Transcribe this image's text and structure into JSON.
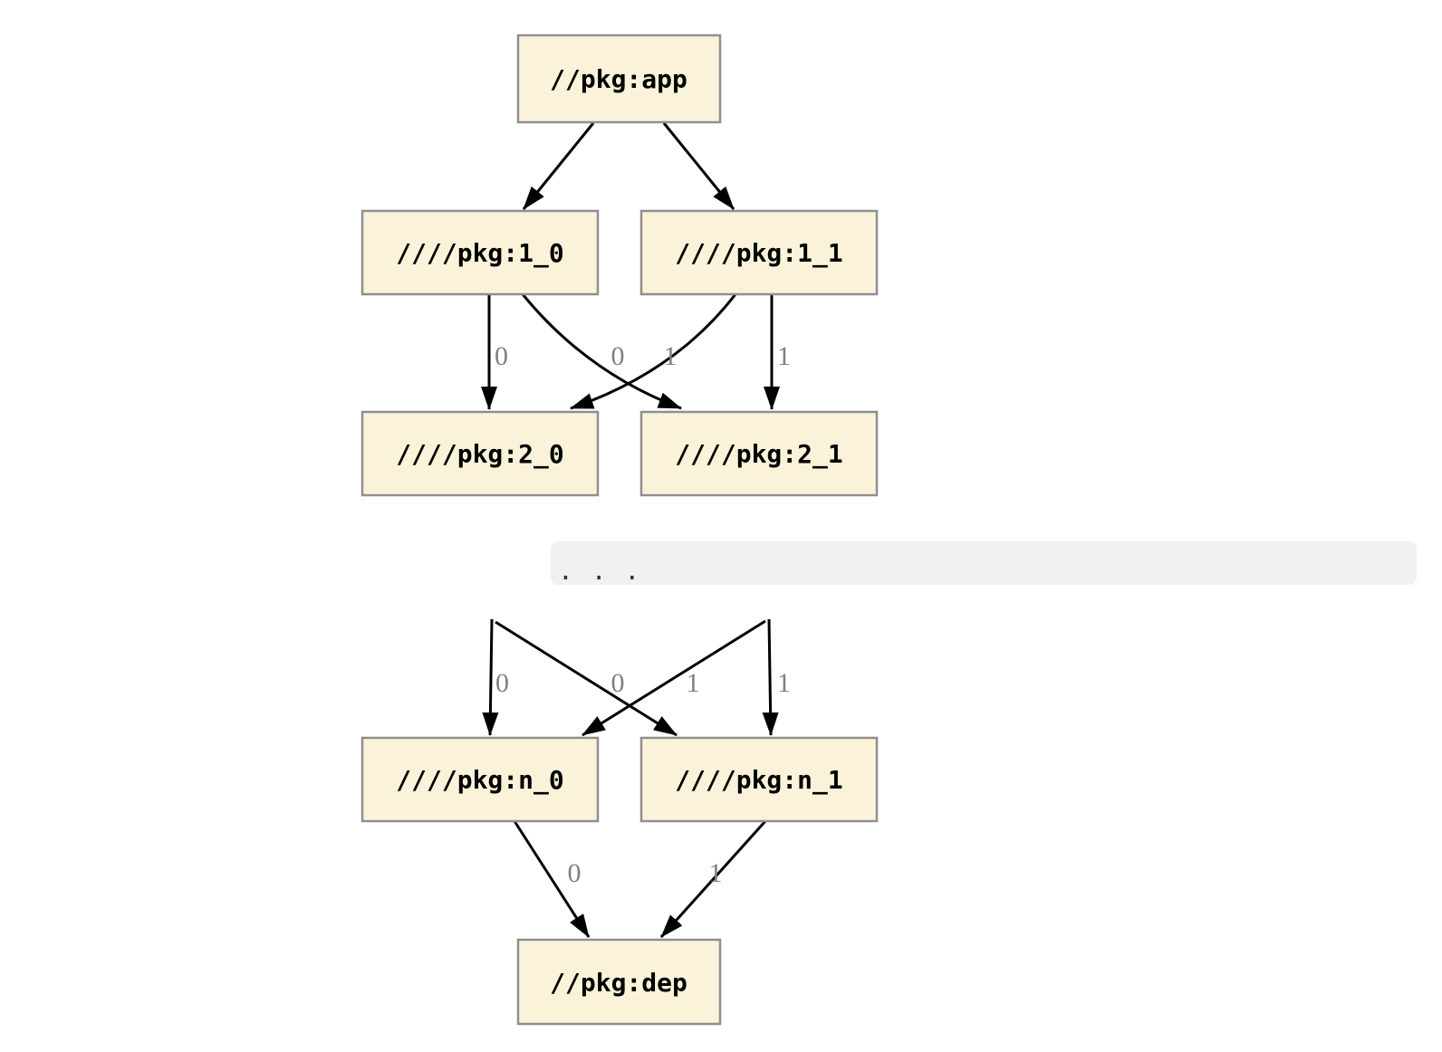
{
  "graph": {
    "colors": {
      "background": "#ffffff",
      "node_fill": "#faf3da",
      "node_border": "#8f8f8f",
      "node_text": "#000000",
      "edge": "#000000",
      "edge_label": "#808080",
      "bar_fill": "#f1f1f1",
      "ellipsis_text": "#333333"
    },
    "nodes": [
      {
        "id": "app",
        "label": "//pkg:app"
      },
      {
        "id": "1_0",
        "label": "////pkg:1_0"
      },
      {
        "id": "1_1",
        "label": "////pkg:1_1"
      },
      {
        "id": "2_0",
        "label": "////pkg:2_0"
      },
      {
        "id": "2_1",
        "label": "////pkg:2_1"
      },
      {
        "id": "n_0",
        "label": "////pkg:n_0"
      },
      {
        "id": "n_1",
        "label": "////pkg:n_1"
      },
      {
        "id": "dep",
        "label": "//pkg:dep"
      }
    ],
    "edges": [
      {
        "from": "//pkg:app",
        "to": "////pkg:1_0",
        "label": ""
      },
      {
        "from": "//pkg:app",
        "to": "////pkg:1_1",
        "label": ""
      },
      {
        "from": "////pkg:1_0",
        "to": "////pkg:2_0",
        "label": "0"
      },
      {
        "from": "////pkg:1_1",
        "to": "////pkg:2_0",
        "label": "0"
      },
      {
        "from": "////pkg:1_0",
        "to": "////pkg:2_1",
        "label": "1"
      },
      {
        "from": "////pkg:1_1",
        "to": "////pkg:2_1",
        "label": "1"
      },
      {
        "from": "...",
        "to": "////pkg:n_0",
        "label": "0"
      },
      {
        "from": "...",
        "to": "////pkg:n_0",
        "label": "0"
      },
      {
        "from": "...",
        "to": "////pkg:n_1",
        "label": "1"
      },
      {
        "from": "...",
        "to": "////pkg:n_1",
        "label": "1"
      },
      {
        "from": "////pkg:n_0",
        "to": "//pkg:dep",
        "label": "0"
      },
      {
        "from": "////pkg:n_1",
        "to": "//pkg:dep",
        "label": "1"
      }
    ],
    "ellipsis": ". . ."
  }
}
